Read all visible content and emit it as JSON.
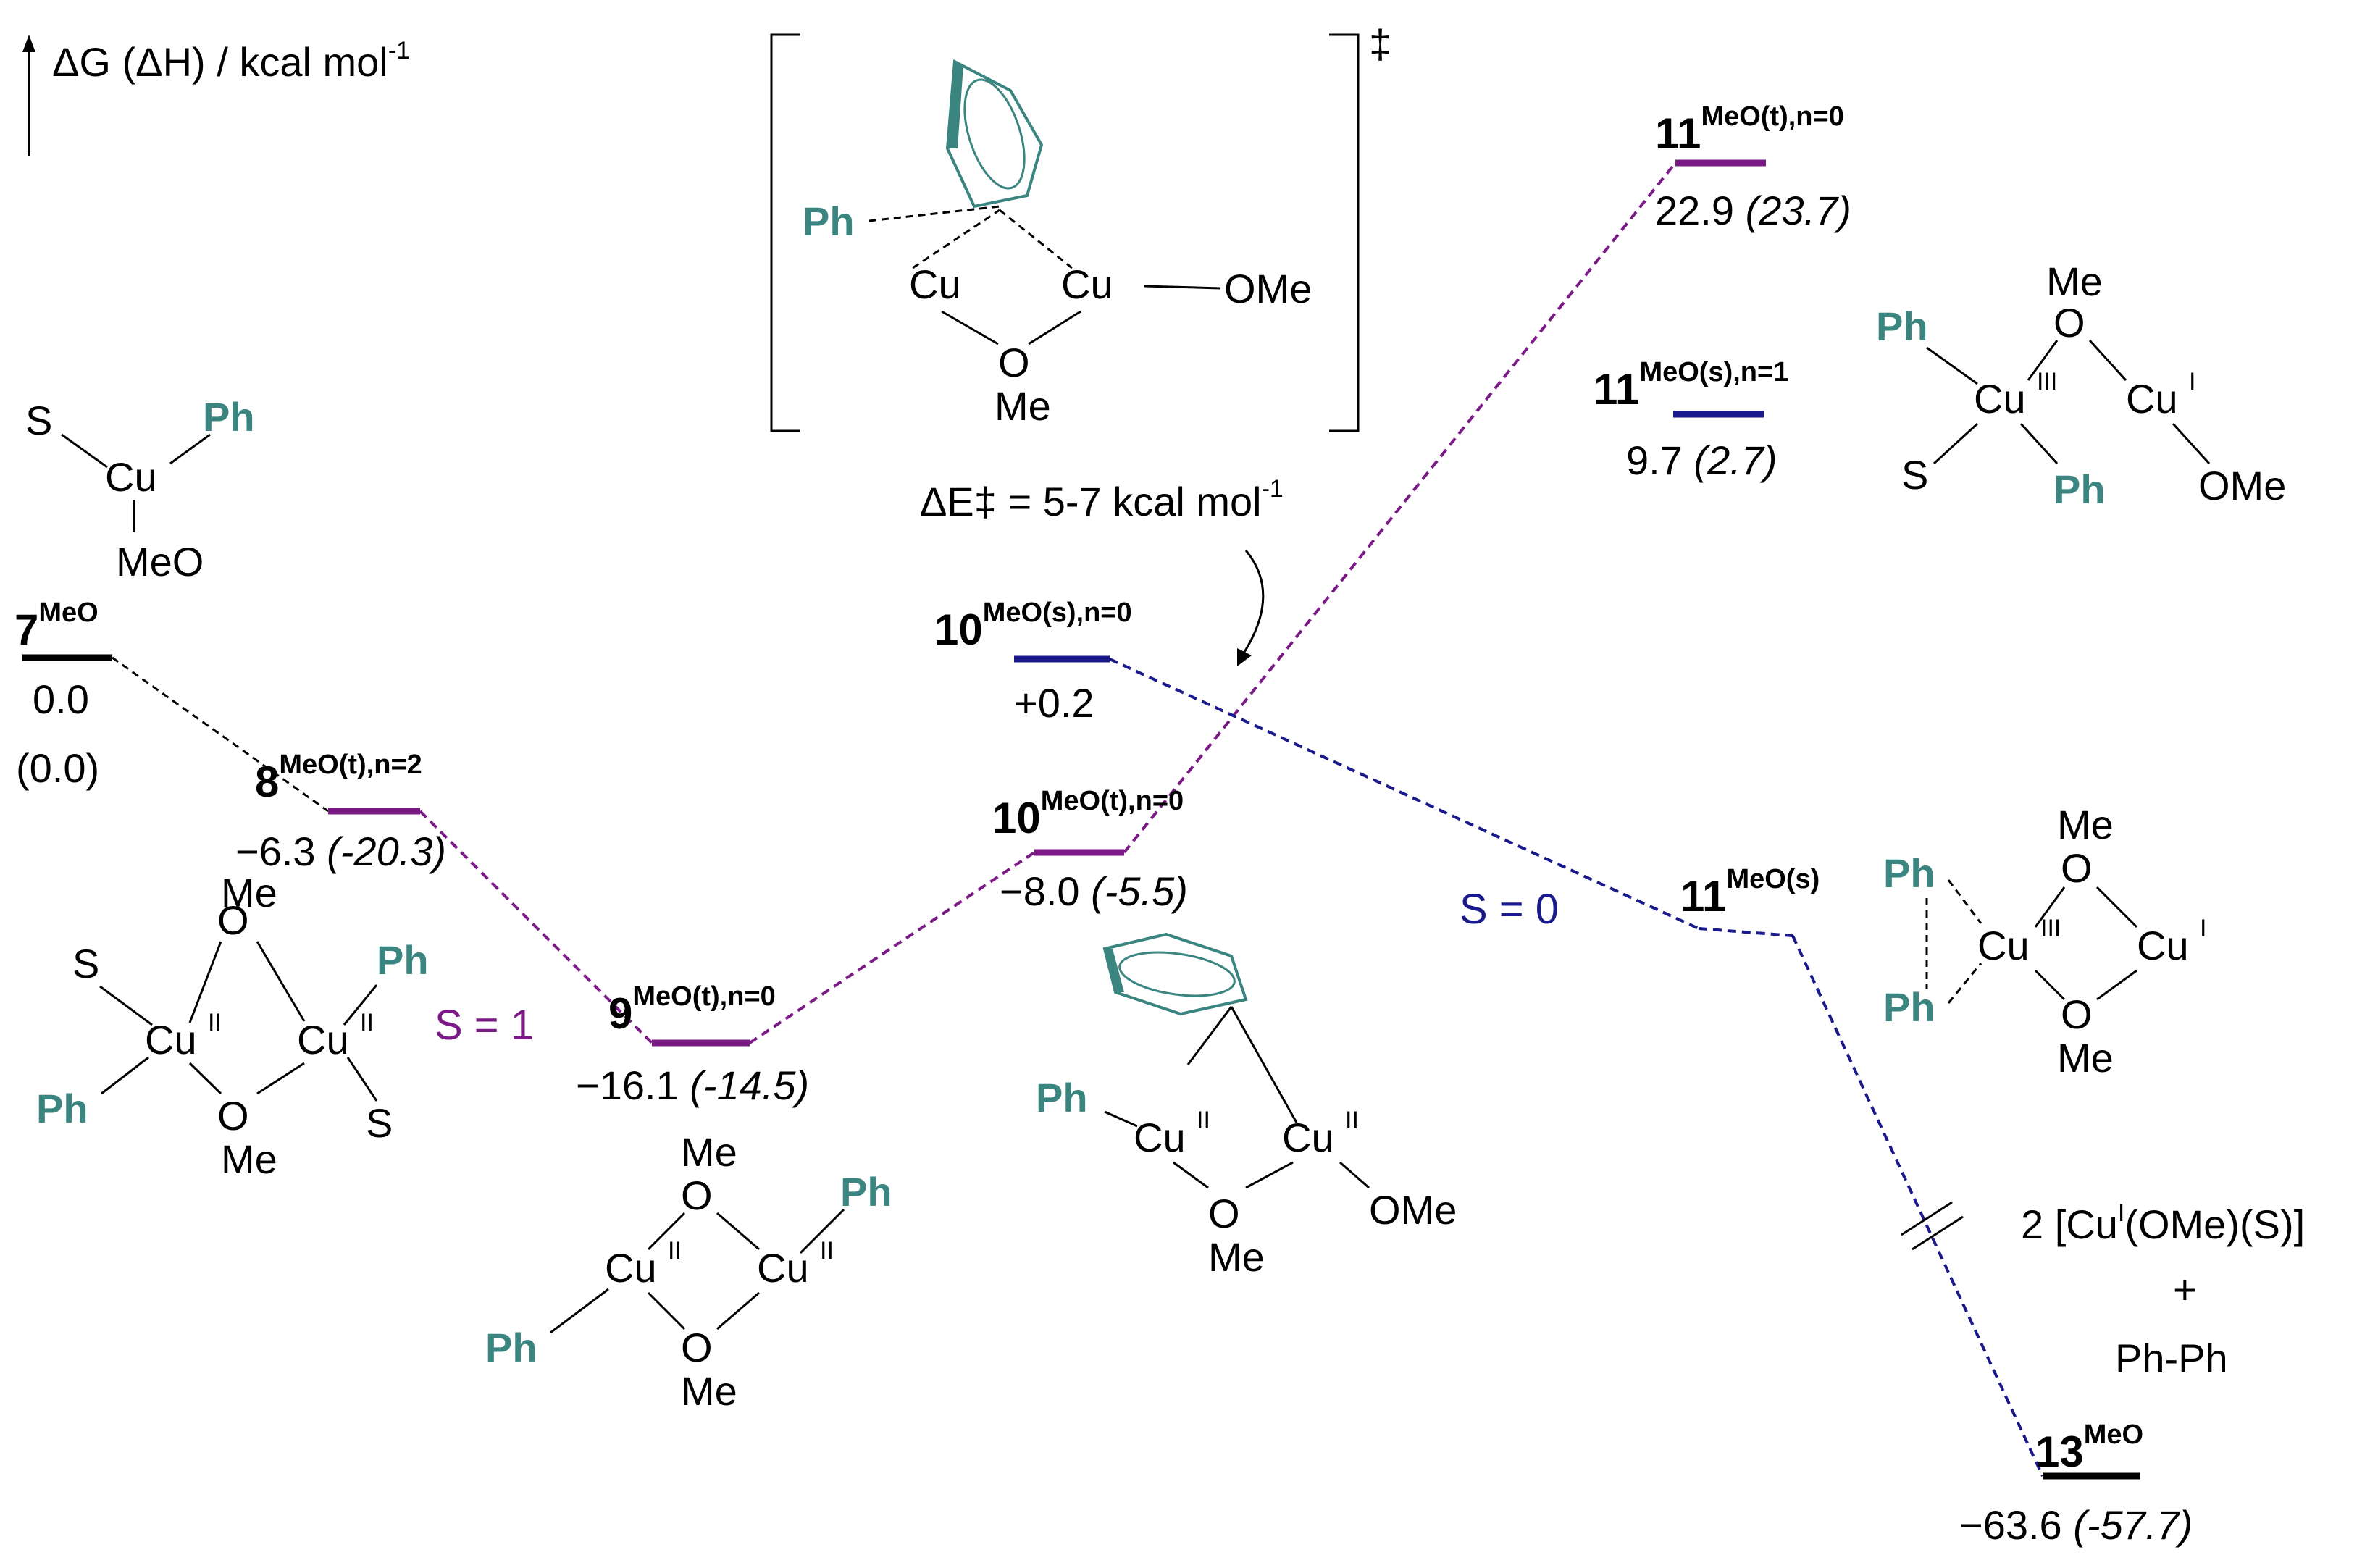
{
  "axis_label": {
    "prefix": "ΔG (ΔH) / kcal mol",
    "sup": "-1"
  },
  "ts_mark": "‡",
  "colors": {
    "black": "#000000",
    "purple": "#7b1a86",
    "blue": "#1a1a8c",
    "ph_teal": "#3a8580"
  },
  "spin_labels": {
    "triplet": "S = 1",
    "singlet": "S = 0"
  },
  "barrier": {
    "text": "ΔE‡ = 5-7 kcal mol",
    "sup": "-1"
  },
  "levels": {
    "l7": {
      "num": "7",
      "sup": "MeO",
      "dg": "0.0",
      "dh": "(0.0)"
    },
    "l8": {
      "num": "8",
      "sup": "MeO(t),n=2",
      "dg": "−6.3",
      "dh": "(-20.3)"
    },
    "l9": {
      "num": "9",
      "sup": "MeO(t),n=0",
      "dg": "−16.1",
      "dh": "(-14.5)"
    },
    "l10t": {
      "num": "10",
      "sup": "MeO(t),n=0",
      "dg": "−8.0",
      "dh": "(-5.5)"
    },
    "l10s": {
      "num": "10",
      "sup": "MeO(s),n=0",
      "dg": "+0.2"
    },
    "l11t": {
      "num": "11",
      "sup": "MeO(t),n=0",
      "dg": "22.9",
      "dh": "(23.7)"
    },
    "l11s1": {
      "num": "11",
      "sup": "MeO(s),n=1",
      "dg": "9.7",
      "dh": "(2.7)"
    },
    "l11s": {
      "num": "11",
      "sup": "MeO(s)"
    },
    "l13": {
      "num": "13",
      "sup": "MeO",
      "dg": "−63.6",
      "dh": "(-57.7)"
    }
  },
  "products": {
    "line1": "2 [Cu",
    "sup": "I",
    "line1b": "(OMe)(S)]",
    "plus": "+",
    "line3": "Ph-Ph"
  },
  "atoms": {
    "Ph": "Ph",
    "Cu": "Cu",
    "S": "S",
    "O": "O",
    "Me": "Me",
    "MeO": "MeO",
    "OMe": "OMe",
    "ox2": "II",
    "ox3": "III",
    "ox1": "I"
  }
}
